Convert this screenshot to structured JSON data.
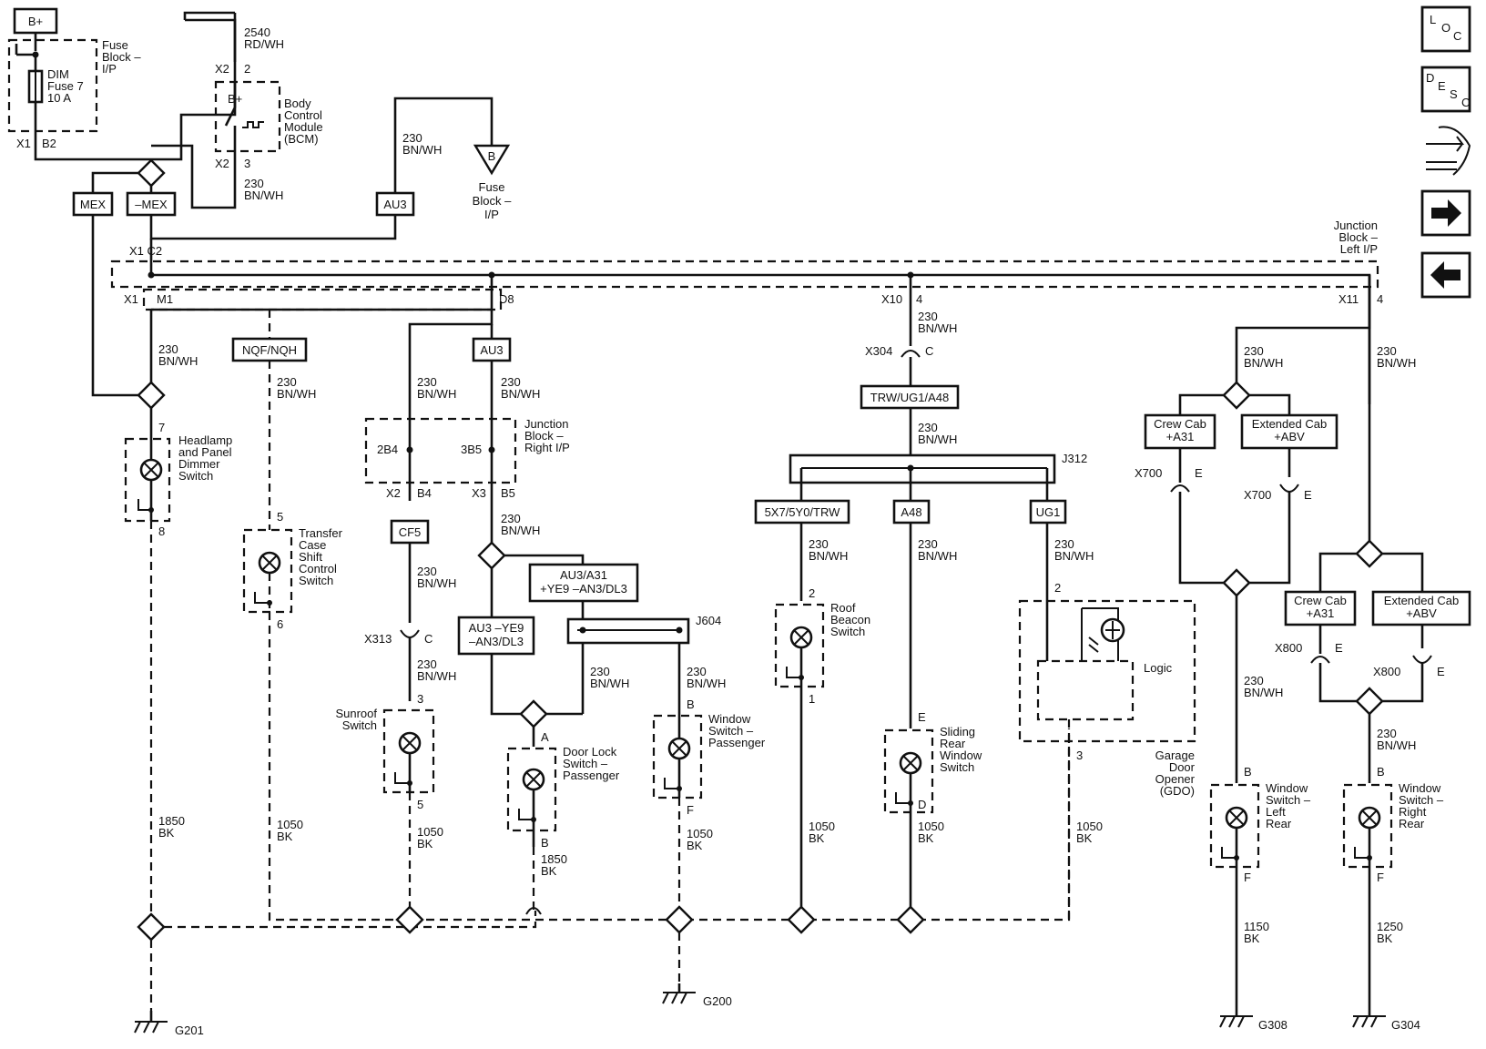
{
  "power": {
    "label": "B+"
  },
  "fuse_block_ip": {
    "title": "Fuse\nBlock –\nI/P",
    "fuse": "DIM\nFuse 7\n10 A",
    "conn": "X1",
    "pin": "B2"
  },
  "bcm": {
    "title": "Body\nControl\nModule\n(BCM)",
    "bplus": "B+",
    "x2a": "X2",
    "pin2": "2",
    "x2b": "X2",
    "pin3": "3",
    "wire_in": "2540\nRD/WH",
    "wire_out": "230\nBN/WH"
  },
  "options": {
    "mex": "MEX",
    "not_mex": "–MEX",
    "au3_top": "AU3",
    "nqf": "NQF/NQH",
    "au3_mid": "AU3",
    "cf5": "CF5",
    "au3_a31": "AU3/A31\n+YE9 –AN3/DL3",
    "au3_ye9": "AU3 –YE9\n–AN3/DL3",
    "trw": "TRW/UG1/A48",
    "sx7": "5X7/5Y0/TRW",
    "a48": "A48",
    "ug1": "UG1",
    "crew_l": "Crew Cab\n+A31",
    "ext_l": "Extended Cab\n+ABV",
    "crew_r": "Crew Cab\n+A31",
    "ext_r": "Extended Cab\n+ABV"
  },
  "fuse_b_ref": {
    "letter": "B",
    "label": "Fuse\nBlock –\nI/P",
    "wire": "230\nBN/WH"
  },
  "jb_left": {
    "title": "Junction\nBlock –\nLeft I/P",
    "x1c2": "X1  C2",
    "x1": "X1",
    "m1": "M1",
    "d8": "D8",
    "x10": "X10",
    "p4a": "4",
    "x11": "X11",
    "p4b": "4"
  },
  "jb_right": {
    "title": "Junction\nBlock –\nRight I/P",
    "p2b4": "2B4",
    "p3b5": "3B5",
    "x2": "X2",
    "b4": "B4",
    "x3": "X3",
    "b5": "B5"
  },
  "splices": {
    "j312": "J312",
    "j604": "J604"
  },
  "connectors": {
    "x304": "X304",
    "x304p": "C",
    "x313": "X313",
    "x313p": "C",
    "x700a": "X700",
    "x700ap": "E",
    "x700b": "X700",
    "x700bp": "E",
    "x800a": "X800",
    "x800ap": "E",
    "x800b": "X800",
    "x800bp": "E"
  },
  "wires": {
    "w230": "230\nBN/WH",
    "w1850": "1850\nBK",
    "w1050": "1050\nBK",
    "w1150": "1150\nBK",
    "w1250": "1250\nBK"
  },
  "components": {
    "headlamp": {
      "label": "Headlamp\nand Panel\nDimmer\nSwitch",
      "pin_top": "7",
      "pin_bot": "8"
    },
    "transfer": {
      "label": "Transfer\nCase\nShift\nControl\nSwitch",
      "pin_top": "5",
      "pin_bot": "6"
    },
    "sunroof": {
      "label": "Sunroof\nSwitch",
      "pin_top": "3",
      "pin_bot": "5"
    },
    "doorlock": {
      "label": "Door Lock\nSwitch –\nPassenger",
      "pin_top": "A",
      "pin_bot": "B"
    },
    "window_pass": {
      "label": "Window\nSwitch –\nPassenger",
      "pin_top": "B",
      "pin_bot": "F"
    },
    "roof_beacon": {
      "label": "Roof\nBeacon\nSwitch",
      "pin_top": "2",
      "pin_bot": "1"
    },
    "sliding": {
      "label": "Sliding\nRear\nWindow\nSwitch",
      "pin_top": "E",
      "pin_bot": "D"
    },
    "gdo": {
      "label": "Garage\nDoor\nOpener\n(GDO)",
      "logic": "Logic",
      "pin_top": "2",
      "pin_bot": "3"
    },
    "window_lr": {
      "label": "Window\nSwitch –\nLeft\nRear",
      "pin_top": "B",
      "pin_bot": "F"
    },
    "window_rr": {
      "label": "Window\nSwitch –\nRight\nRear",
      "pin_top": "B",
      "pin_bot": "F"
    }
  },
  "grounds": {
    "g201": "G201",
    "g200": "G200",
    "g308": "G308",
    "g304": "G304"
  },
  "nav": {
    "loc": "LOC",
    "desc": "DESC"
  }
}
